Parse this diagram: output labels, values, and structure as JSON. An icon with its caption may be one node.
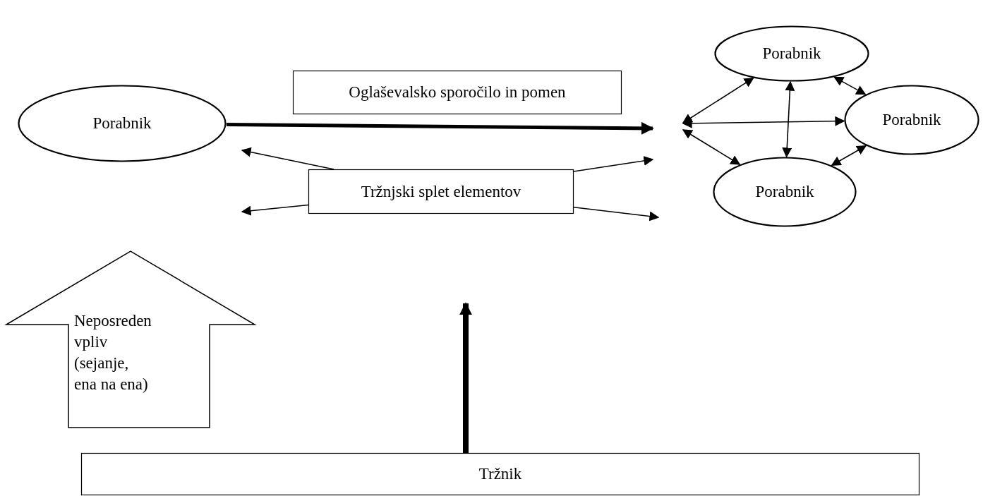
{
  "diagram": {
    "nodes": [
      {
        "text": [
          "Porabnik"
        ]
      },
      {
        "text": [
          "Oglaševalsko sporočilo in pomen"
        ]
      },
      {
        "text": [
          "Tržnjski splet elementov"
        ]
      },
      {
        "text": [
          "Porabnik"
        ]
      },
      {
        "text": [
          "Porabnik"
        ]
      },
      {
        "text": [
          "Porabnik"
        ]
      },
      {
        "text": [
          "Neposreden vpliv (sejanje, ena na ena)"
        ]
      },
      {
        "text": [
          "Tržnik"
        ]
      }
    ],
    "edges": [
      {
        "from": 0,
        "to": null,
        "arrow": "to",
        "style": "thick"
      },
      {
        "from": 2,
        "to": null,
        "arrow": "to"
      },
      {
        "from": 2,
        "to": null,
        "arrow": "to"
      },
      {
        "from": 2,
        "to": null,
        "arrow": "to"
      },
      {
        "from": 2,
        "to": null,
        "arrow": "to"
      },
      {
        "from": null,
        "to": 3,
        "arrow": "both"
      },
      {
        "from": null,
        "to": 4,
        "arrow": "both"
      },
      {
        "from": null,
        "to": 5,
        "arrow": "both"
      },
      {
        "from": 3,
        "to": 5,
        "arrow": "both"
      },
      {
        "from": 3,
        "to": 4,
        "arrow": "both"
      },
      {
        "from": 4,
        "to": 5,
        "arrow": "both"
      },
      {
        "from": 7,
        "to": null,
        "arrow": "to",
        "style": "thick"
      }
    ]
  }
}
